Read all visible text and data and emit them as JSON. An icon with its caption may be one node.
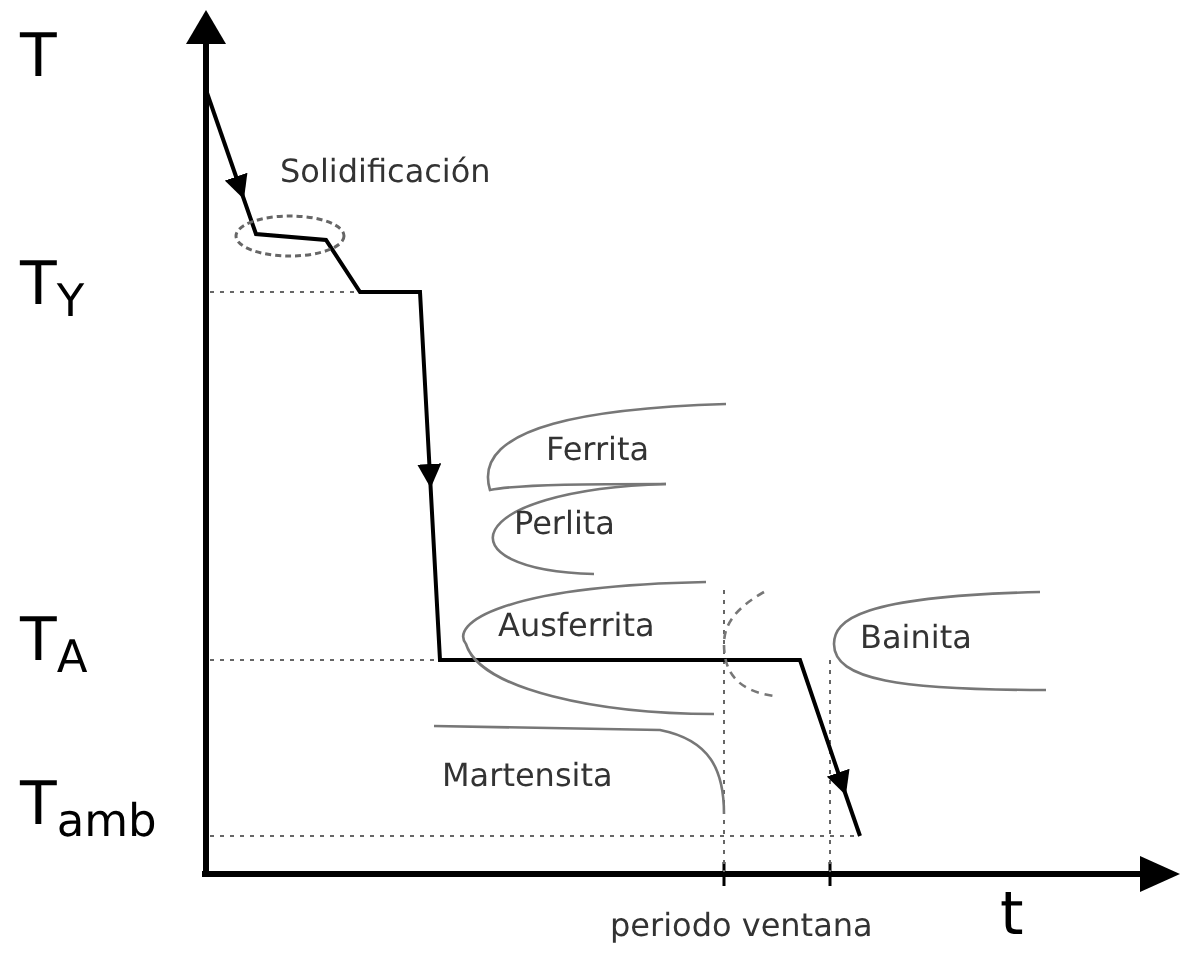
{
  "diagram": {
    "labels": [
      "T",
      "T$_{Y}$",
      "T$_{A}$",
      "T$_{amb}$",
      "Solidificación",
      "Ferrita",
      "Perlita",
      "Ausferrita",
      "Bainita",
      "Martensita",
      "periodo ventana",
      "t"
    ]
  }
}
